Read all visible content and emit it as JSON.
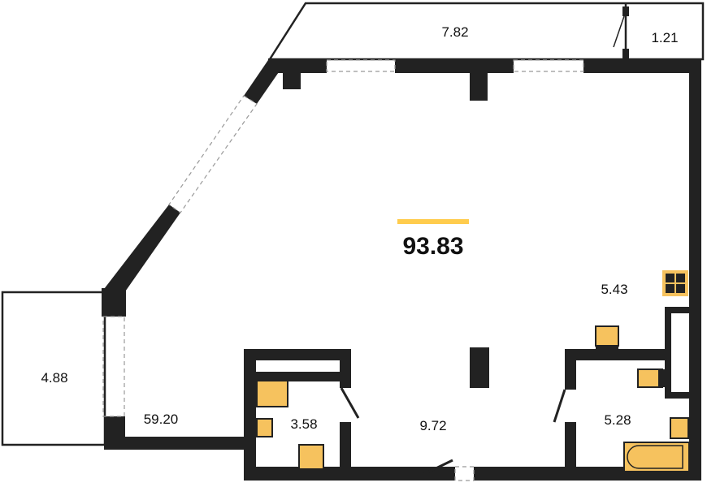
{
  "plan": {
    "total_area": "93.83",
    "accent_color": "#FFCC4D",
    "fixture_color": "#F6C25E",
    "rooms": {
      "balcony_top": "7.82",
      "storage_top": "1.21",
      "balcony_left": "4.88",
      "living": "59.20",
      "kitchen": "5.43",
      "bath_left": "3.58",
      "hall": "9.72",
      "bath_right": "5.28"
    }
  }
}
